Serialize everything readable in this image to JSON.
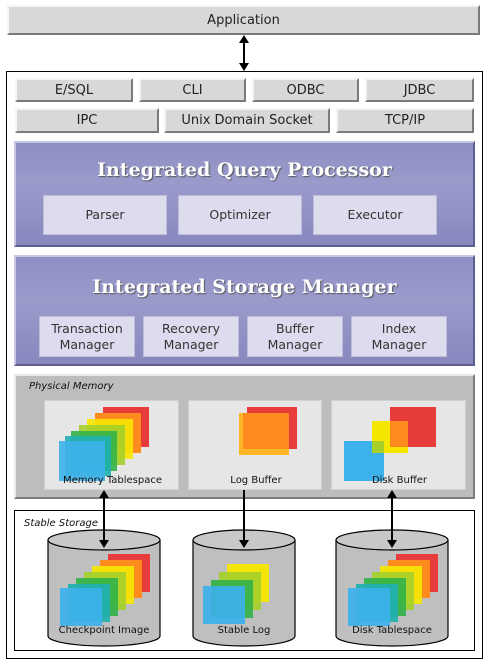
{
  "application": {
    "label": "Application"
  },
  "interfaces_row1": [
    "E/SQL",
    "CLI",
    "ODBC",
    "JDBC"
  ],
  "interfaces_row2": [
    "IPC",
    "Unix Domain Socket",
    "TCP/IP"
  ],
  "query_processor": {
    "title": "Integrated Query Processor",
    "modules": [
      "Parser",
      "Optimizer",
      "Executor"
    ]
  },
  "storage_manager": {
    "title": "Integrated Storage Manager",
    "modules": [
      {
        "line1": "Transaction",
        "line2": "Manager"
      },
      {
        "line1": "Recovery",
        "line2": "Manager"
      },
      {
        "line1": "Buffer",
        "line2": "Manager"
      },
      {
        "line1": "Index",
        "line2": "Manager"
      }
    ]
  },
  "physical_memory": {
    "title": "Physical Memory",
    "boxes": [
      "Memory Tablespace",
      "Log Buffer",
      "Disk Buffer"
    ]
  },
  "stable_storage": {
    "title": "Stable Storage",
    "disks": [
      "Checkpoint Image",
      "Stable Log",
      "Disk Tablespace"
    ]
  },
  "colors": {
    "purple_panel": "#9494c8",
    "red": "#e83b3b",
    "orange": "#ff8a1e",
    "yellow": "#f5e600",
    "green": "#33b24a",
    "teal": "#1fb0b0",
    "blue": "#3db1ea"
  }
}
